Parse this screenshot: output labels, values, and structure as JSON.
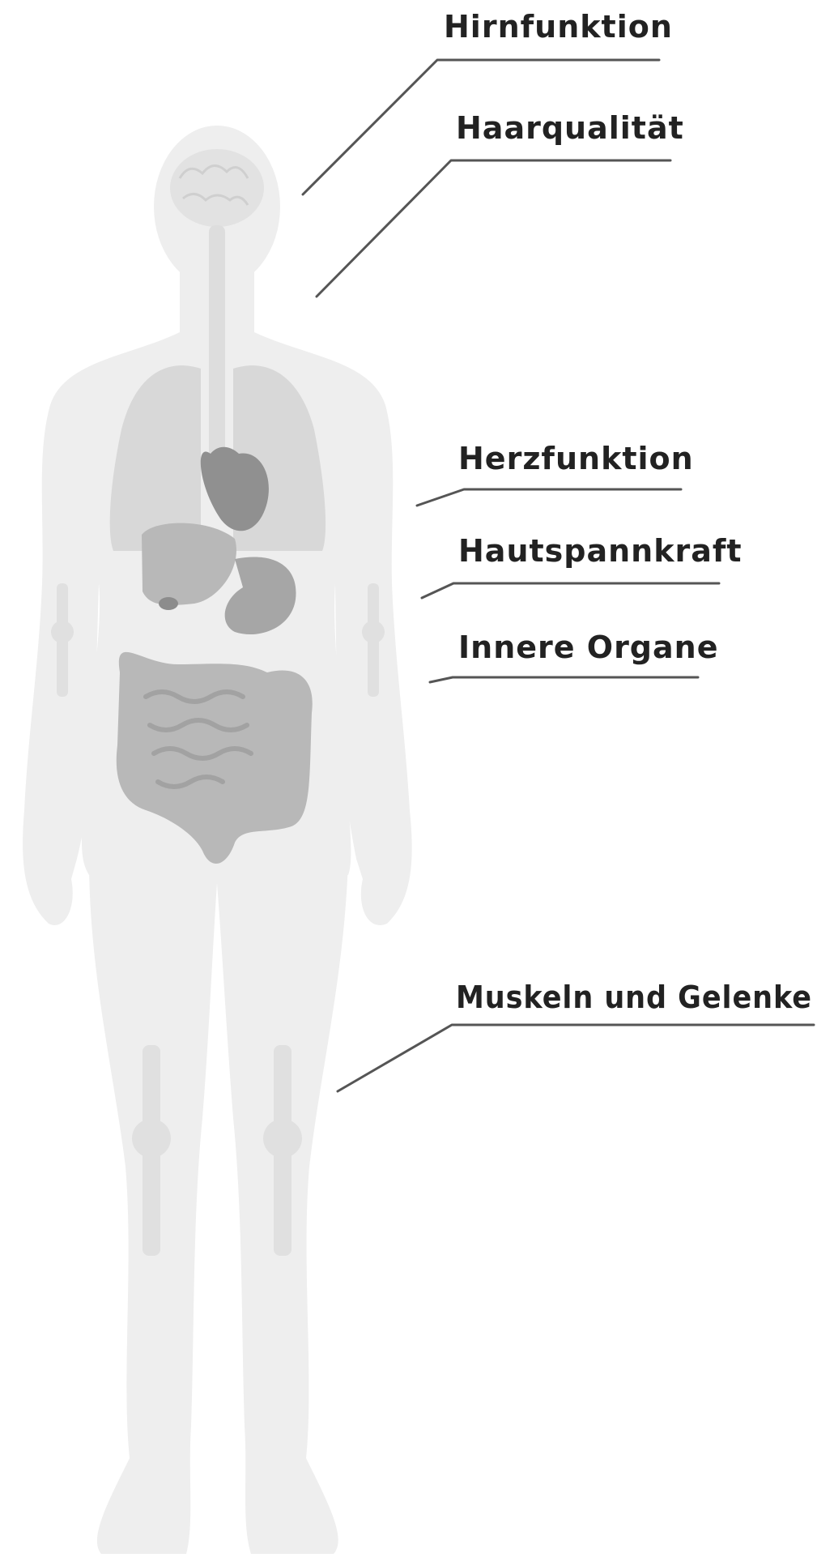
{
  "labels": [
    {
      "id": "brain",
      "text": "Hirnfunktion"
    },
    {
      "id": "hair",
      "text": "Haarqualität"
    },
    {
      "id": "heart",
      "text": "Herzfunktion"
    },
    {
      "id": "skin",
      "text": "Hautspannkraft"
    },
    {
      "id": "organs",
      "text": "Innere Organe"
    },
    {
      "id": "muscles",
      "text": "Muskeln und Gelenke"
    }
  ],
  "colors": {
    "body": "#eeeeee",
    "skeleton": "#e0e0e0",
    "lungs": "#d8d8d8",
    "organs": "#b8b8b8",
    "heart": "#909090",
    "leader": "#555555",
    "text": "#222222"
  }
}
